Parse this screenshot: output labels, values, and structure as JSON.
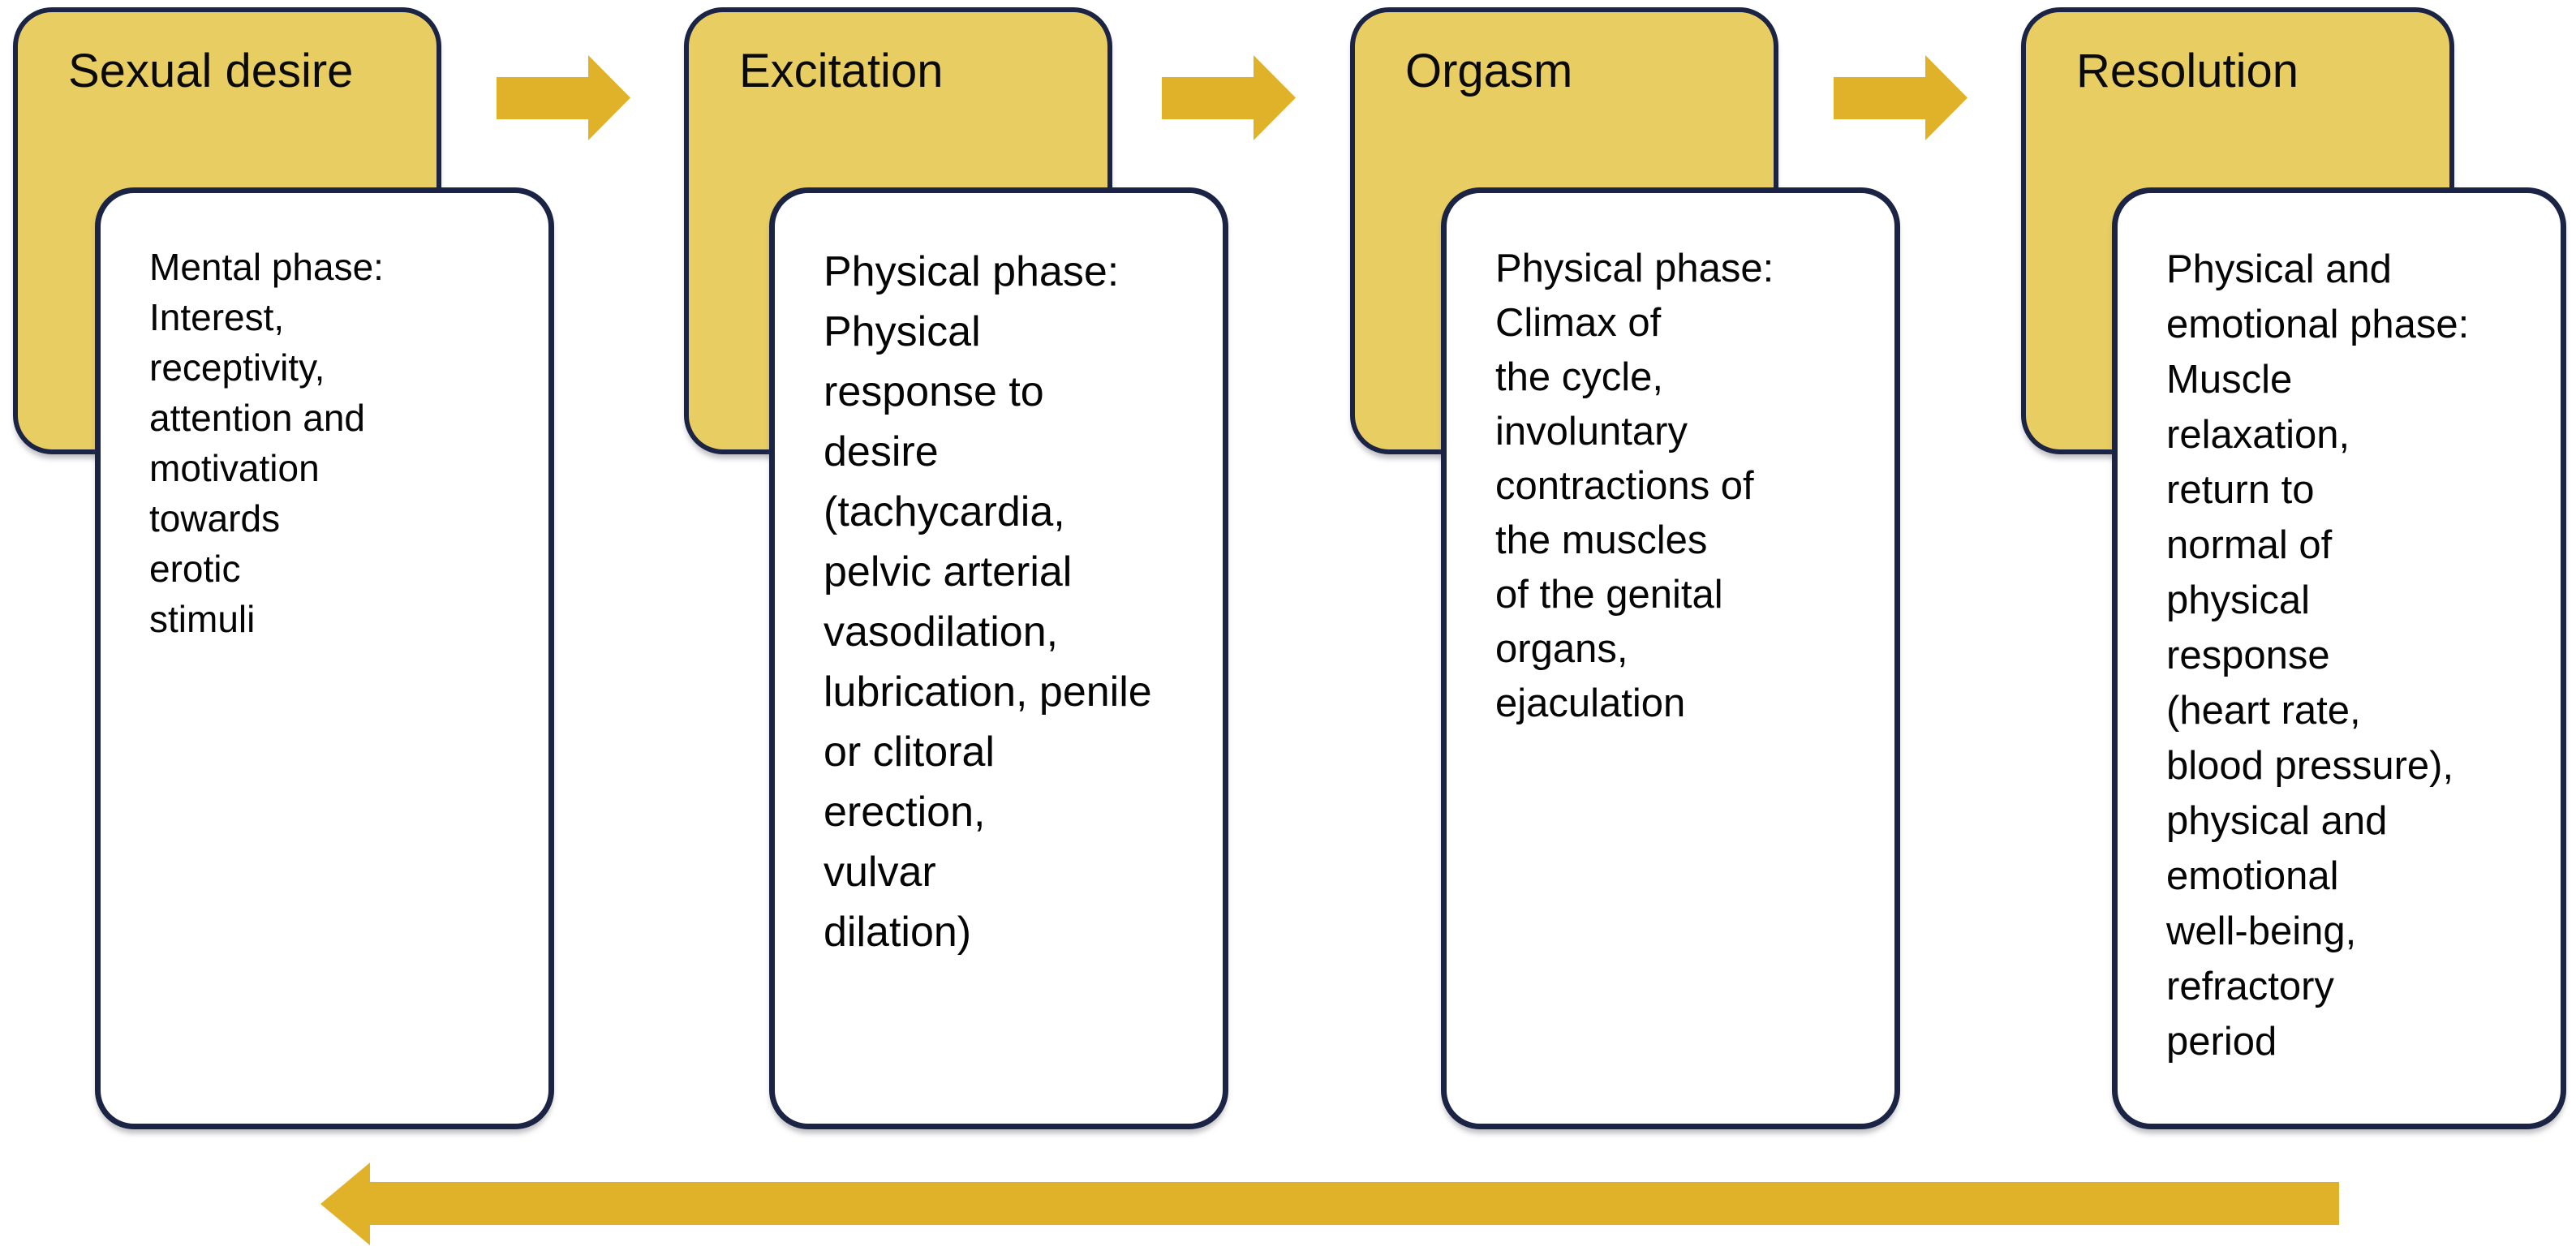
{
  "diagram": {
    "title_semantic": "Sexual response cycle flow diagram",
    "stages": [
      {
        "title": "Sexual desire",
        "description": "Mental phase:\nInterest,\nreceptivity,\nattention and\nmotivation\ntowards\nerotic\nstimuli"
      },
      {
        "title": "Excitation",
        "description": "Physical phase:\nPhysical\nresponse to\ndesire\n(tachycardia,\npelvic arterial\nvasodilation,\nlubrication, penile\nor clitoral\nerection,\nvulvar\ndilation)"
      },
      {
        "title": "Orgasm",
        "description": "Physical phase:\nClimax of\nthe cycle,\ninvoluntary\ncontractions of\nthe muscles\nof the genital\norgans,\nejaculation"
      },
      {
        "title": "Resolution",
        "description": "Physical and\nemotional phase:\nMuscle\nrelaxation,\nreturn to\nnormal of\nphysical\nresponse\n(heart rate,\nblood pressure),\nphysical and\nemotional\nwell-being,\nrefractory\nperiod"
      }
    ],
    "arrows": {
      "forward_count": 3,
      "forward_direction": "right",
      "return_count": 1,
      "return_direction": "left"
    },
    "colors": {
      "header_fill": "#e8cd63",
      "arrow_fill": "#e0b22a",
      "border": "#1b2444",
      "body_fill": "#ffffff",
      "text": "#050505"
    }
  }
}
